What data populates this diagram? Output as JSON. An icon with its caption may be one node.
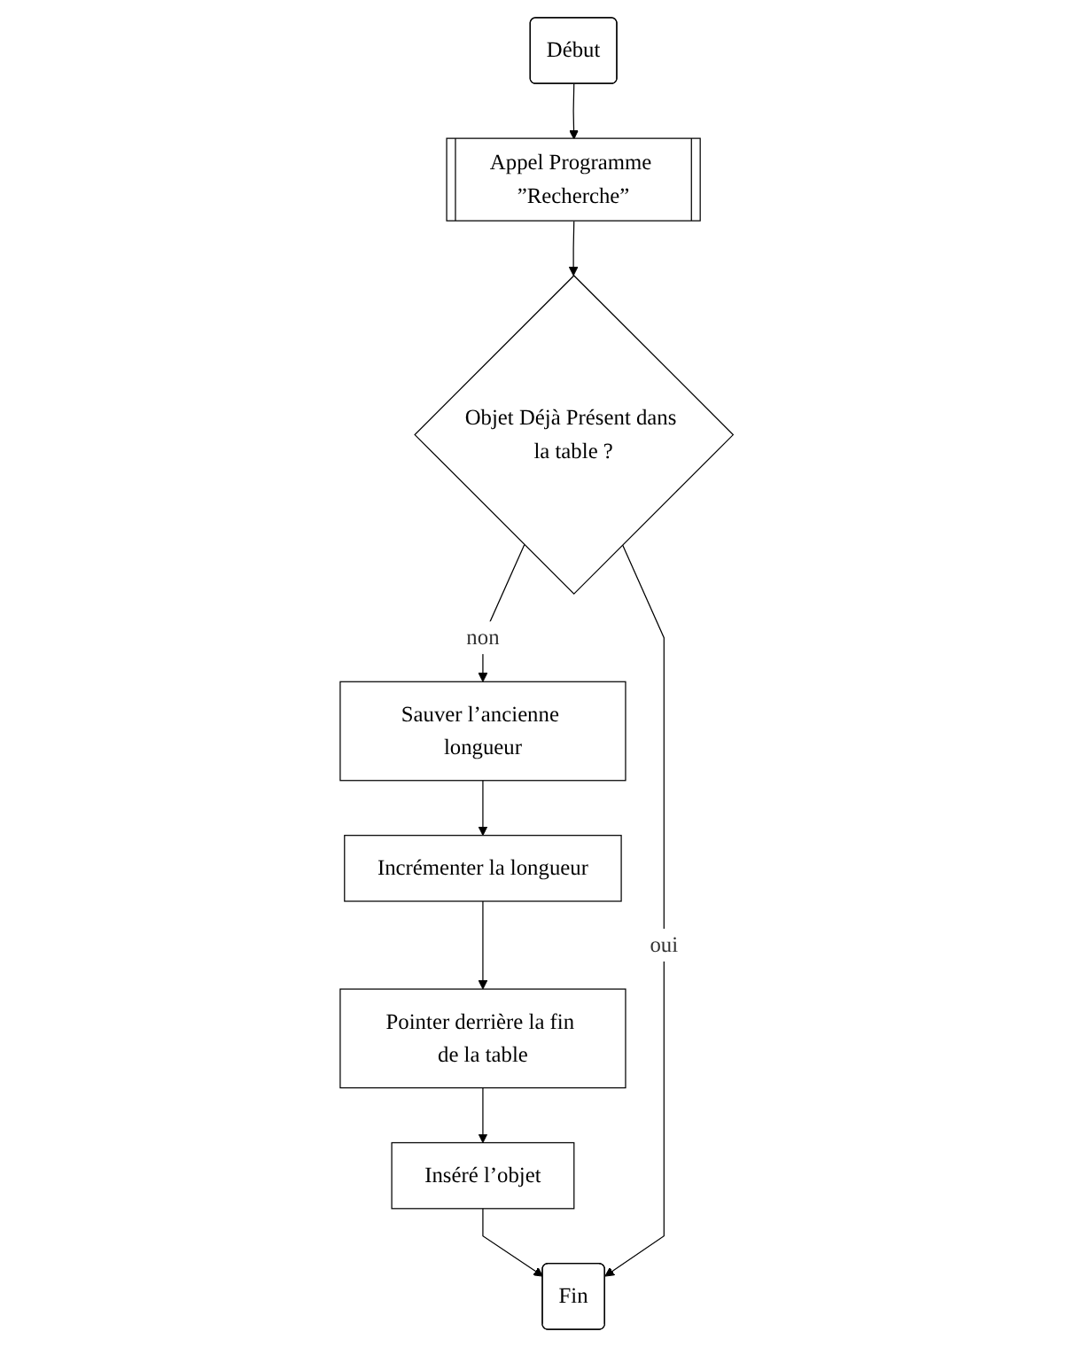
{
  "diagram": {
    "nodes": [
      {
        "text": [
          "Début"
        ]
      },
      {
        "text": [
          "Appel Programme ”Recherche”"
        ]
      },
      {
        "text": [
          "Objet Déjà Présent dans la table ?"
        ]
      },
      {
        "text": [
          "Sauver l’ancienne longueur"
        ]
      },
      {
        "text": [
          "Incrémenter la longueur"
        ]
      },
      {
        "text": [
          "Pointer derrière la fin de la table"
        ]
      },
      {
        "text": [
          "Inséré l’objet"
        ]
      },
      {
        "text": [
          "Fin"
        ]
      }
    ],
    "edges": [
      {
        "from": 0,
        "to": 1,
        "arrow": "to"
      },
      {
        "from": 1,
        "to": 2,
        "arrow": "to"
      },
      {
        "from": 2,
        "to": 3,
        "arrow": "to",
        "label": "non"
      },
      {
        "from": 3,
        "to": 4,
        "arrow": "to"
      },
      {
        "from": 4,
        "to": 5,
        "arrow": "to"
      },
      {
        "from": 5,
        "to": 6,
        "arrow": "to"
      },
      {
        "from": 6,
        "to": 7,
        "arrow": "to"
      },
      {
        "from": 2,
        "to": 7,
        "arrow": "to",
        "label": "oui"
      }
    ]
  }
}
